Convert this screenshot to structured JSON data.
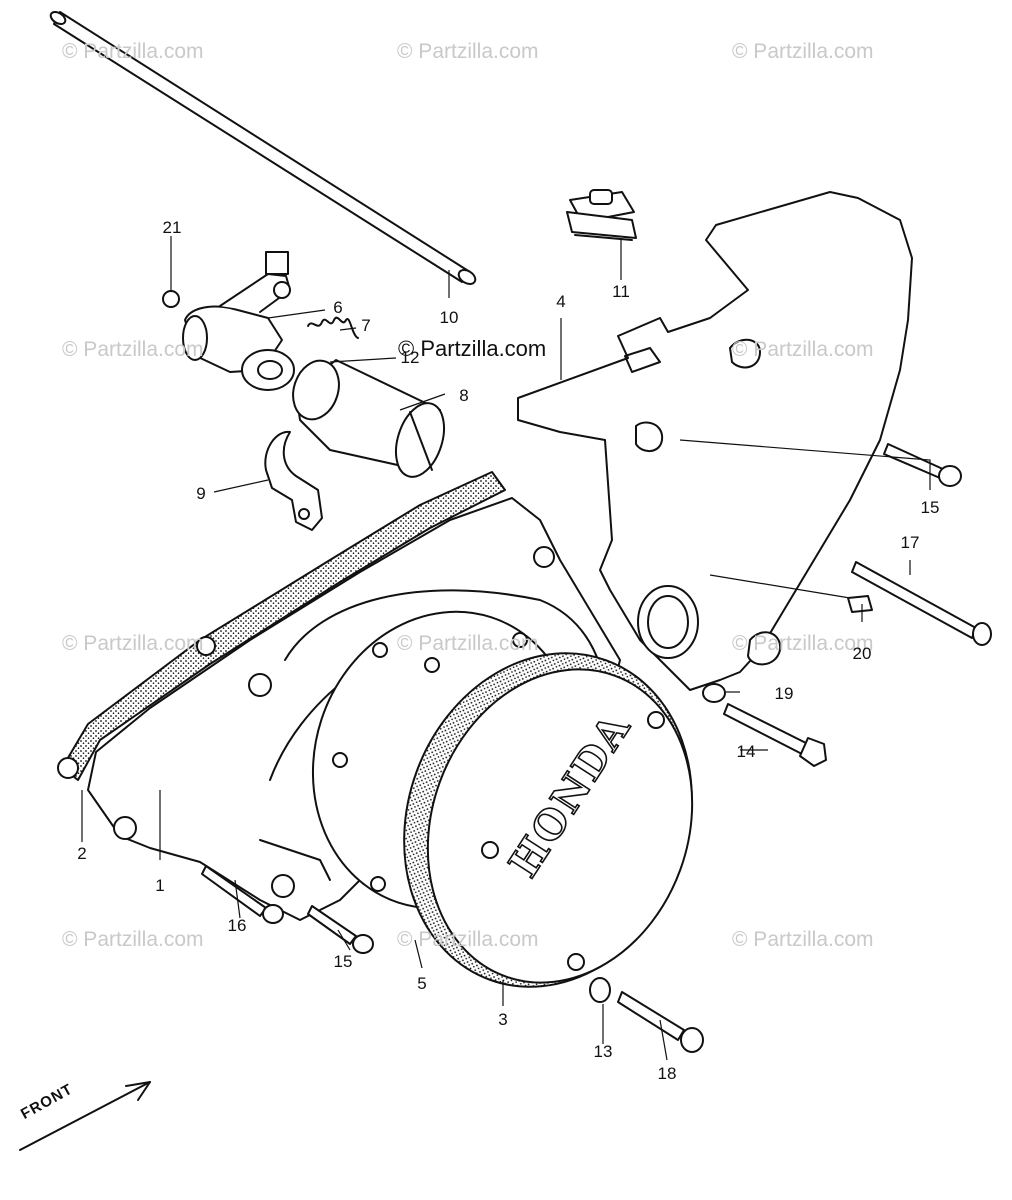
{
  "watermarks": [
    "© Partzilla.com",
    "© Partzilla.com",
    "© Partzilla.com",
    "© Partzilla.com",
    "© Partzilla.com",
    "© Partzilla.com",
    "© Partzilla.com",
    "© Partzilla.com",
    "© Partzilla.com",
    "© Partzilla.com",
    "© Partzilla.com"
  ],
  "center_watermark": "© Partzilla.com",
  "cover_logo": "HONDA",
  "front_label": "FRONT",
  "callouts": [
    "1",
    "2",
    "3",
    "4",
    "5",
    "6",
    "7",
    "8",
    "9",
    "10",
    "11",
    "12",
    "13",
    "14",
    "15",
    "15",
    "16",
    "17",
    "18",
    "19",
    "20",
    "21"
  ]
}
